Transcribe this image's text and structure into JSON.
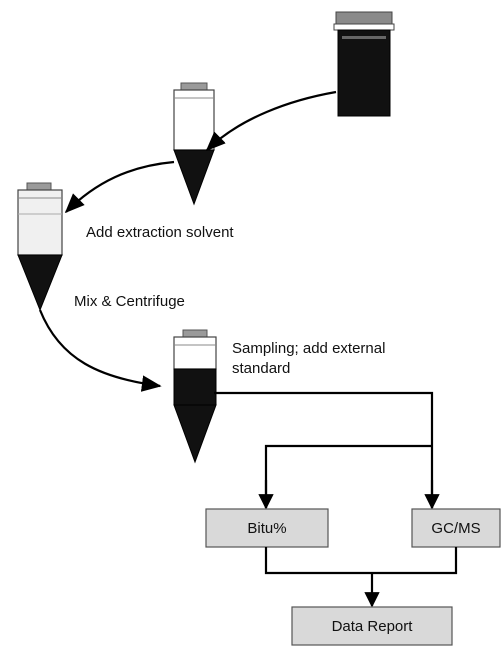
{
  "steps": {
    "add_solvent": "Add extraction solvent",
    "mix": "Mix & Centrifuge",
    "sampling_line1": "Sampling; add external",
    "sampling_line2": "standard"
  },
  "boxes": {
    "bitu": "Bitu%",
    "gcms": "GC/MS",
    "report": "Data Report"
  },
  "colors": {
    "line": "#000000",
    "box_fill": "#d9d9d9",
    "box_border": "#555555",
    "liquid": "#111111",
    "cap": "#9a9a9a"
  }
}
